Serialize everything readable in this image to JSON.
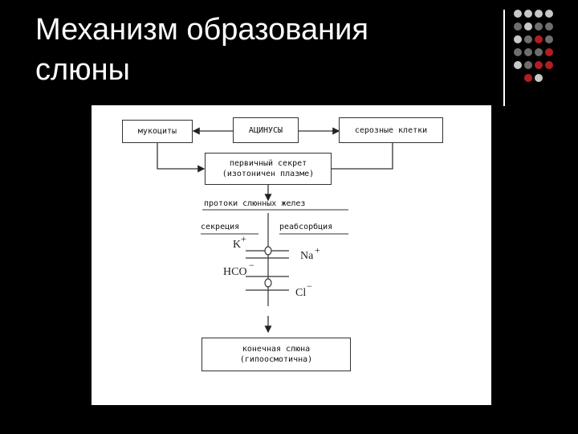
{
  "slide": {
    "title_line1": "Механизм образования",
    "title_line2": "слюны"
  },
  "decor": {
    "dot_colors": [
      "#c8c8c8",
      "#6e6e6e",
      "#b01e23"
    ],
    "grid": [
      [
        0,
        0,
        0,
        0
      ],
      [
        1,
        0,
        1,
        1
      ],
      [
        0,
        1,
        2,
        1
      ],
      [
        1,
        1,
        1,
        2
      ],
      [
        0,
        1,
        2,
        2
      ],
      [
        -1,
        2,
        0,
        -1
      ]
    ]
  },
  "diagram": {
    "mucocytes": "мукоциты",
    "acini": "АЦИНУСЫ",
    "serous_cells": "серозные клетки",
    "primary_secretion_line1": "первичный секрет",
    "primary_secretion_line2": "(изотоничен плазме)",
    "ducts": "протоки слюнных желез",
    "secretion": "секреция",
    "reabsorption": "реабсорбция",
    "ion_k": "K",
    "ion_k_charge": "+",
    "ion_na": "Na",
    "ion_na_charge": "+",
    "ion_hco": "HCO",
    "ion_hco_charge": "−",
    "ion_cl": "Cl",
    "ion_cl_charge": "−",
    "final_saliva_line1": "конечная слюна",
    "final_saliva_line2": "(гипоосмотична)"
  }
}
